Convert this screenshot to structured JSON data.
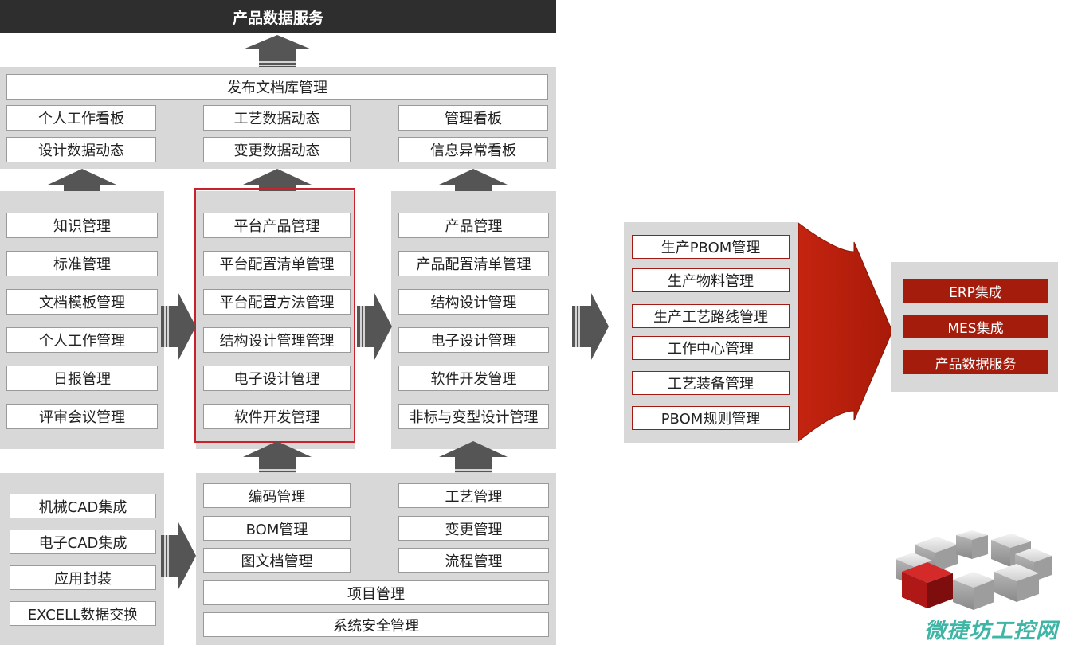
{
  "header": {
    "title": "产品数据服务"
  },
  "publish": {
    "title": "发布文档库管理",
    "col1": [
      "个人工作看板",
      "设计数据动态"
    ],
    "col2": [
      "工艺数据动态",
      "变更数据动态"
    ],
    "col3": [
      "管理看板",
      "信息异常看板"
    ]
  },
  "apps_left": [
    "知识管理",
    "标准管理",
    "文档模板管理",
    "个人工作管理",
    "日报管理",
    "评审会议管理"
  ],
  "platform": [
    "平台产品管理",
    "平台配置清单管理",
    "平台配置方法管理",
    "结构设计管理管理",
    "电子设计管理",
    "软件开发管理"
  ],
  "product": [
    "产品管理",
    "产品配置清单管理",
    "结构设计管理",
    "电子设计管理",
    "软件开发管理",
    "非标与变型设计管理"
  ],
  "integration": [
    "机械CAD集成",
    "电子CAD集成",
    "应用封装",
    "EXCELL数据交换"
  ],
  "base": {
    "col1": [
      "编码管理",
      "BOM管理",
      "图文档管理"
    ],
    "col2": [
      "工艺管理",
      "变更管理",
      "流程管理"
    ],
    "wide": [
      "项目管理",
      "系统安全管理"
    ]
  },
  "production": [
    "生产PBOM管理",
    "生产物料管理",
    "生产工艺路线管理",
    "工作中心管理",
    "工艺装备管理",
    "PBOM规则管理"
  ],
  "outputs": [
    "ERP集成",
    "MES集成",
    "产品数据服务"
  ],
  "watermark": "微捷坊工控网",
  "colors": {
    "panel": "#d8d8d8",
    "dark": "#2e2e2e",
    "arrow": "#555555",
    "accent_red": "#a31c0c",
    "frame_red": "#c8232c"
  }
}
